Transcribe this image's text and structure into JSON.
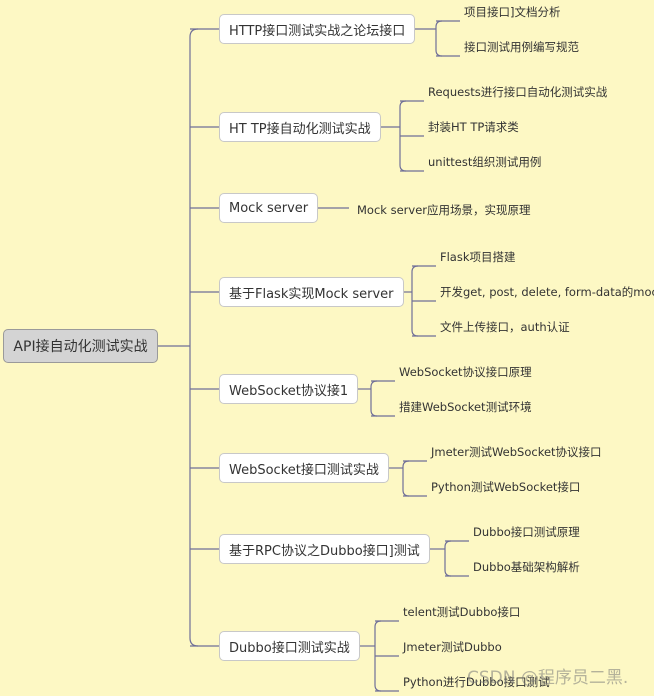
{
  "root": {
    "label": "API接自动化测试实战"
  },
  "branches": [
    {
      "label": "HTTP接口测试实战之论坛接口",
      "leaves": [
        "项目接口]文档分析",
        "接口测试用例编写规范"
      ]
    },
    {
      "label": "HT TP接自动化测试实战",
      "leaves": [
        "Requests进行接口自动化测试实战",
        "封装HT TP请求类",
        "unittest组织测试用例"
      ]
    },
    {
      "label": "Mock server",
      "leaves": [
        "Mock server应用场景，实现原理"
      ]
    },
    {
      "label": "基于Flask实现Mock server",
      "leaves": [
        "Flask项目搭建",
        "开发get, post, delete, form-data的mock",
        "文件上传接口，auth认证"
      ]
    },
    {
      "label": "WebSocket协议接1",
      "leaves": [
        "WebSocket协议接口原理",
        "措建WebSocket测试环境"
      ]
    },
    {
      "label": "WebSocket接口测试实战",
      "leaves": [
        "Jmeter测试WebSocket协议接口",
        "Python测试WebSocket接口"
      ]
    },
    {
      "label": "基于RPC协议之Dubbo接口]测试",
      "leaves": [
        "Dubbo接口测试原理",
        "Dubbo基础架构解析"
      ]
    },
    {
      "label": "Dubbo接口测试实战",
      "leaves": [
        "telent测试Dubbo接口",
        "Jmeter测试Dubbo",
        "Python进行Dubbo接口测试"
      ]
    }
  ],
  "watermark": "CSDN @程序员二黑.",
  "colors": {
    "background": "#fdf8c4",
    "line": "#6f6f98",
    "root": "#d4d4d4"
  }
}
